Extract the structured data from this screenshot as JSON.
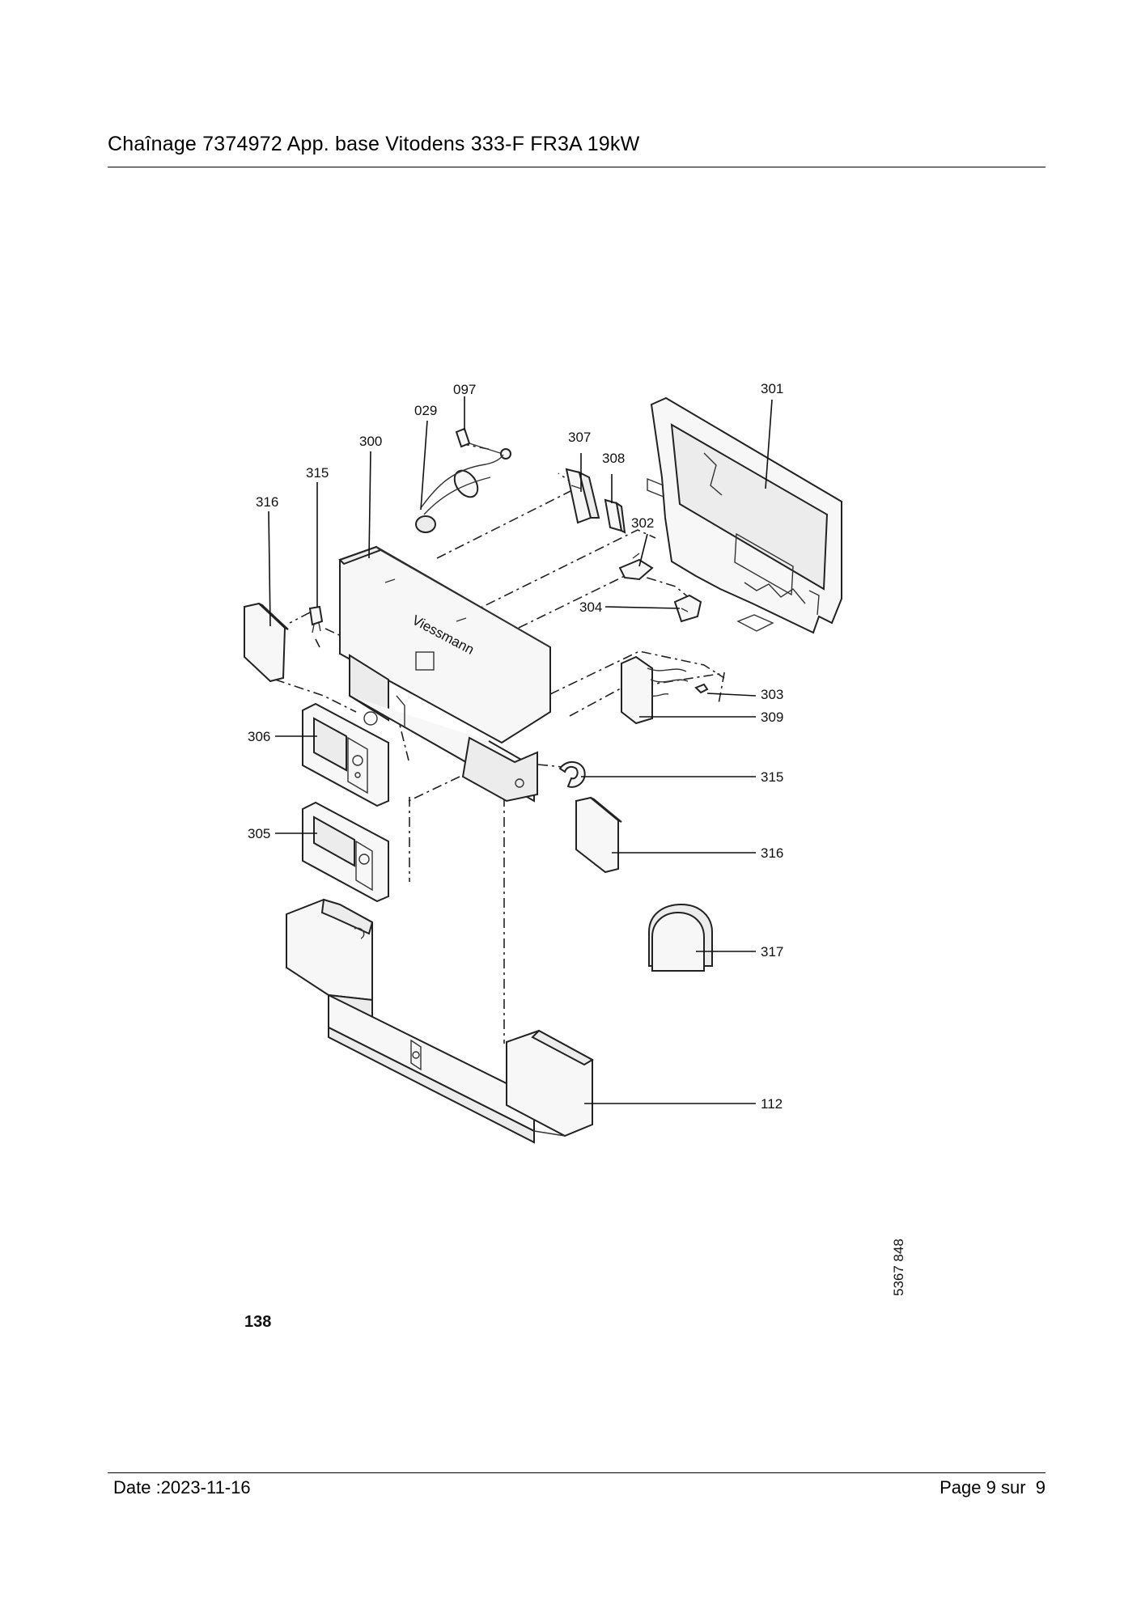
{
  "header": {
    "title": "Chaînage 7374972 App. base Vitodens 333-F FR3A 19kW"
  },
  "footer": {
    "date": "Date :2023-11-16",
    "page": "Page 9 sur  9"
  },
  "diagram": {
    "page_code": "138",
    "drawing_id": "5367 848",
    "logo_text": "Viessmann",
    "callouts": {
      "c097": "097",
      "c029": "029",
      "c300": "300",
      "c315a": "315",
      "c316a": "316",
      "c307": "307",
      "c308": "308",
      "c302": "302",
      "c301": "301",
      "c304": "304",
      "c303": "303",
      "c309": "309",
      "c306": "306",
      "c315b": "315",
      "c305": "305",
      "c316b": "316",
      "c317": "317",
      "c112": "112"
    }
  }
}
